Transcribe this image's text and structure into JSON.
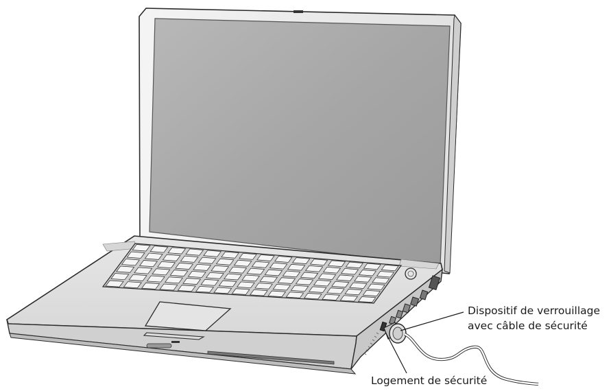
{
  "callouts": {
    "lock": {
      "line1": "Dispositif de verrouillage",
      "line2": "avec câble de sécurité"
    },
    "slot": {
      "label": "Logement de sécurité"
    }
  },
  "colors": {
    "screen": "#a9a9a9",
    "body": "#e8e8e8",
    "outline": "#2a2a2a"
  }
}
